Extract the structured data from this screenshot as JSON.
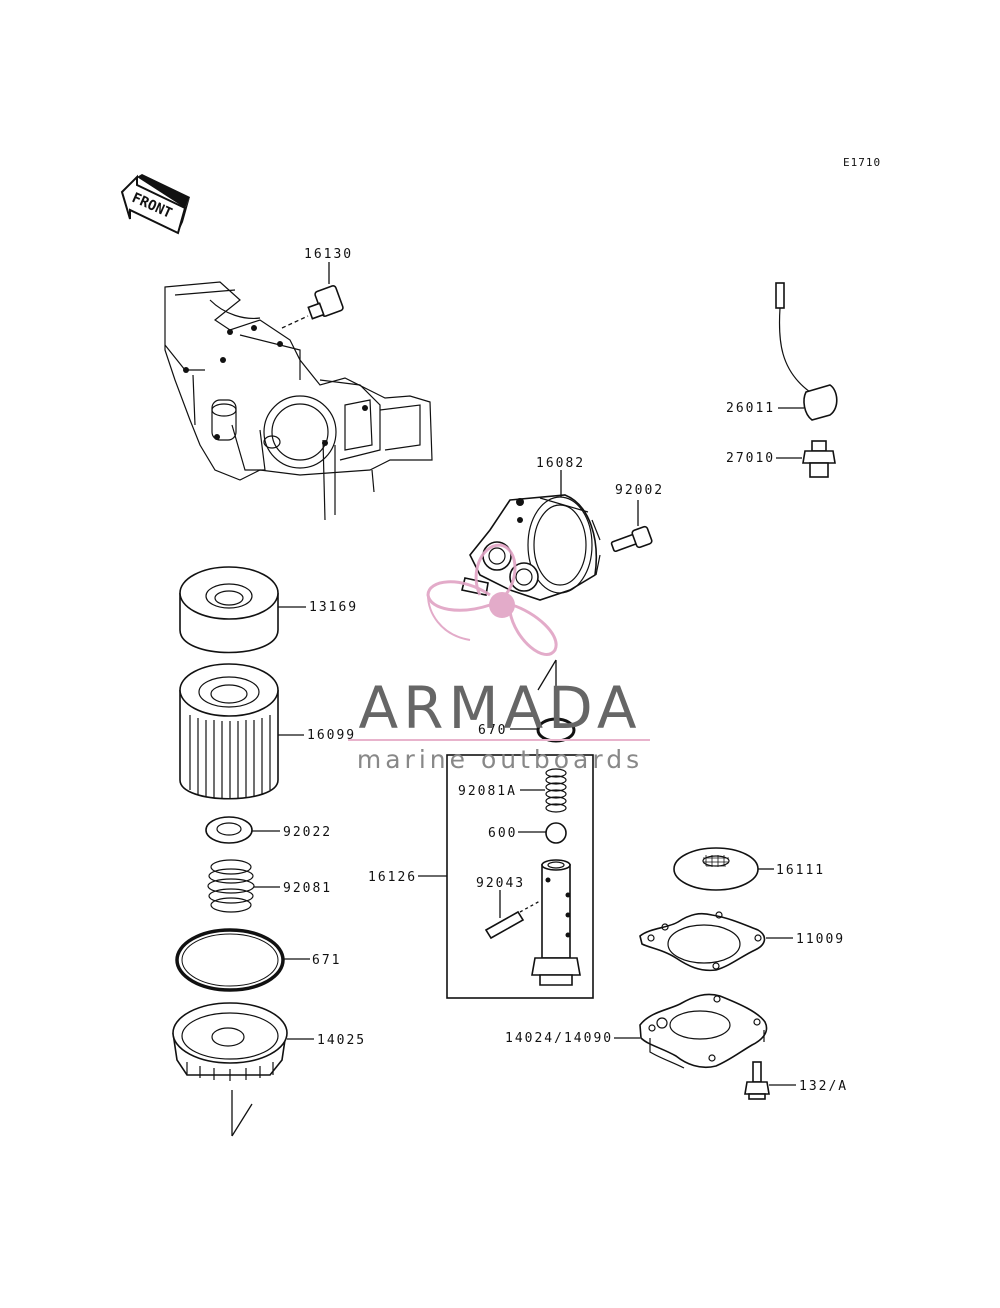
{
  "diagram_code": "E1710",
  "front_label": "FRONT",
  "parts": {
    "p16130": "16130",
    "p26011": "26011",
    "p27010": "27010",
    "p16082": "16082",
    "p92002": "92002",
    "p13169": "13169",
    "p16099": "16099",
    "p92022": "92022",
    "p92081": "92081",
    "p671": "671",
    "p14025": "14025",
    "p670": "670",
    "p92081A": "92081A",
    "p600": "600",
    "p16126": "16126",
    "p92043": "92043",
    "p16111": "16111",
    "p11009": "11009",
    "p14024": "14024/14090",
    "p132": "132/A"
  },
  "watermark": {
    "brand": "ARMADA",
    "tagline": "marine outboards",
    "logo_color": "#e0a3c4",
    "line_color": "#e8b3cc"
  }
}
